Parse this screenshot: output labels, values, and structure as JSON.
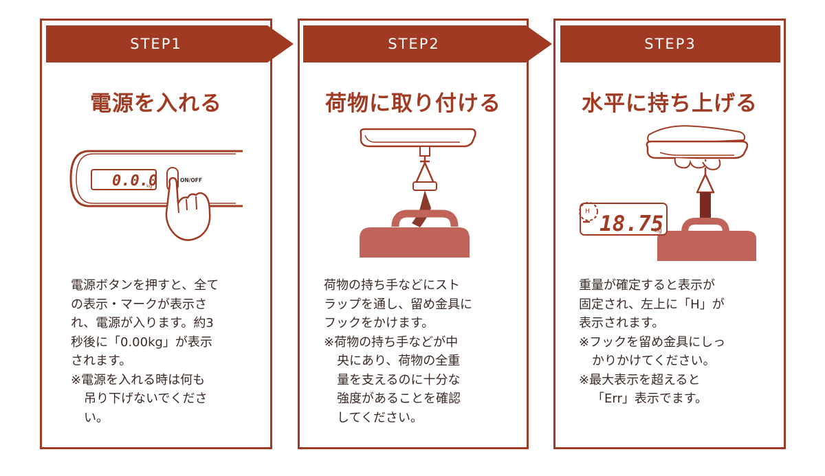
{
  "colors": {
    "accent": "#a13a22",
    "bag": "#c0645a",
    "text": "#3a2a26"
  },
  "steps": [
    {
      "label": "STEP1",
      "title": "電源を入れる",
      "display": {
        "reading": "0.0.0",
        "unit": "kg"
      },
      "button_label": "ON/OFF",
      "lines": [
        "電源ボタンを押すと、全て",
        "の表示・マークが表示さ",
        "れ、電源が入ります。約3",
        "秒後に「0.00kg」が表示",
        "されます。",
        "※電源を入れる時は何も",
        "吊り下げないでくださ",
        "い。"
      ]
    },
    {
      "label": "STEP2",
      "title": "荷物に取り付ける",
      "lines": [
        "荷物の持ち手などにスト",
        "ラップを通し、留め金具に",
        "フックをかけます。",
        "※荷物の持ち手などが中",
        "央にあり、荷物の全重",
        "量を支えるのに十分な",
        "強度があることを確認",
        "してください。"
      ]
    },
    {
      "label": "STEP3",
      "title": "水平に持ち上げる",
      "display": {
        "hold": "H",
        "reading": "18.75",
        "unit": "kg"
      },
      "lines": [
        "重量が確定すると表示が",
        "固定され、左上に「H」が",
        "表示されます。",
        "※フックを留め金具にしっ",
        "かりかけてください。",
        "※最大表示を超えると",
        "「Err」表示でます。"
      ]
    }
  ]
}
